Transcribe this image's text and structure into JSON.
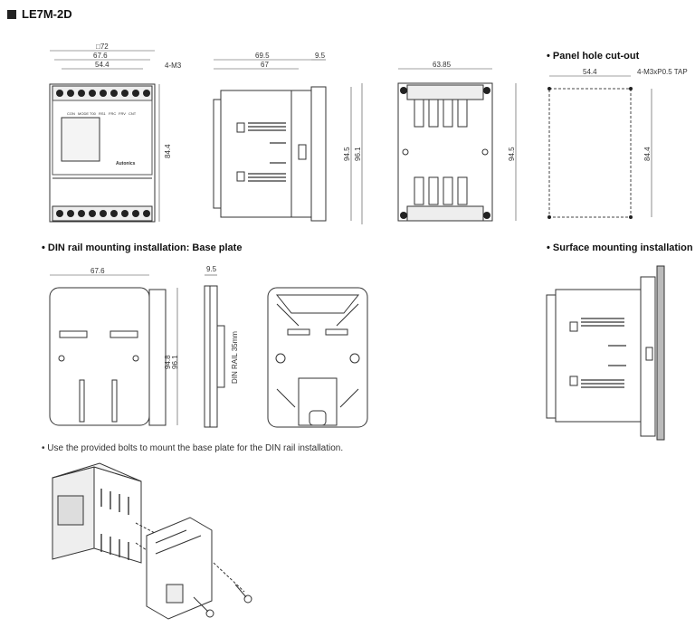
{
  "title": "LE7M-2D",
  "sections": {
    "panel_cutout": "Panel hole cut-out",
    "din_rail": "DIN rail mounting installation: Base plate",
    "surface": "Surface mounting installation"
  },
  "note": "Use the provided bolts to mount the base plate for the DIN rail installation.",
  "dims": {
    "front_w72": "□72",
    "front_w676": "67.6",
    "front_w544": "54.4",
    "front_h844": "84.4",
    "screw": "4-M3",
    "side_w695": "69.5",
    "side_w67": "67",
    "side_w95": "9.5",
    "side_h945": "94.5",
    "side_h961": "96.1",
    "back_w6385": "63.85",
    "back_h945": "94.5",
    "cut_w544": "54.4",
    "cut_tap": "4-M3xP0.5 TAP",
    "cut_h844": "84.4",
    "base_w676": "67.6",
    "base_h948": "94.8",
    "base_h961": "96.1",
    "base_side_w95": "9.5",
    "din_rail": "DIN RAIL 35mm"
  },
  "terminal_labels": [
    "CON",
    "MODE",
    "T00",
    "RS1",
    "FRC",
    "FRV",
    "CNT"
  ],
  "brand": "Autonics"
}
